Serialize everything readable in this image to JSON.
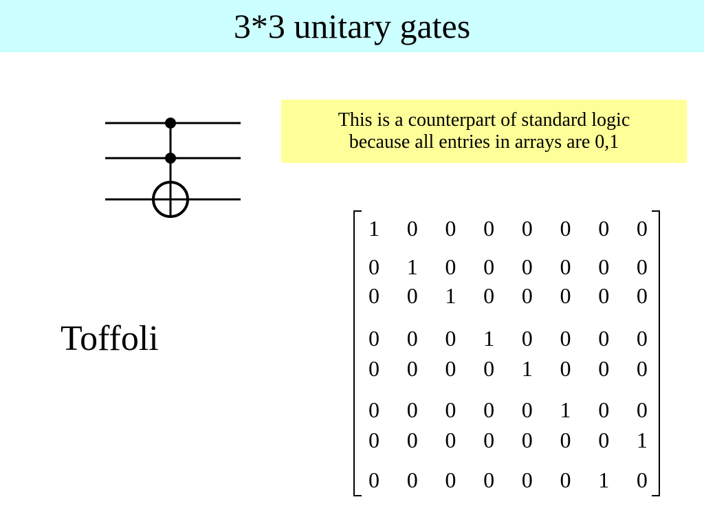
{
  "slide": {
    "title": "3*3 unitary gates",
    "note_lines": [
      "This is a counterpart  of standard logic",
      "because all entries in arrays are 0,1"
    ],
    "gate_label": "Toffoli"
  },
  "colors": {
    "title_bar": "#ccffff",
    "note_box": "#ffff99"
  },
  "matrix": [
    [
      "1",
      "0",
      "0",
      "0",
      "0",
      "0",
      "0",
      "0"
    ],
    [
      "0",
      "1",
      "0",
      "0",
      "0",
      "0",
      "0",
      "0"
    ],
    [
      "0",
      "0",
      "1",
      "0",
      "0",
      "0",
      "0",
      "0"
    ],
    [
      "0",
      "0",
      "0",
      "1",
      "0",
      "0",
      "0",
      "0"
    ],
    [
      "0",
      "0",
      "0",
      "0",
      "1",
      "0",
      "0",
      "0"
    ],
    [
      "0",
      "0",
      "0",
      "0",
      "0",
      "1",
      "0",
      "0"
    ],
    [
      "0",
      "0",
      "0",
      "0",
      "0",
      "0",
      "0",
      "1"
    ],
    [
      "0",
      "0",
      "0",
      "0",
      "0",
      "0",
      "1",
      "0"
    ]
  ]
}
